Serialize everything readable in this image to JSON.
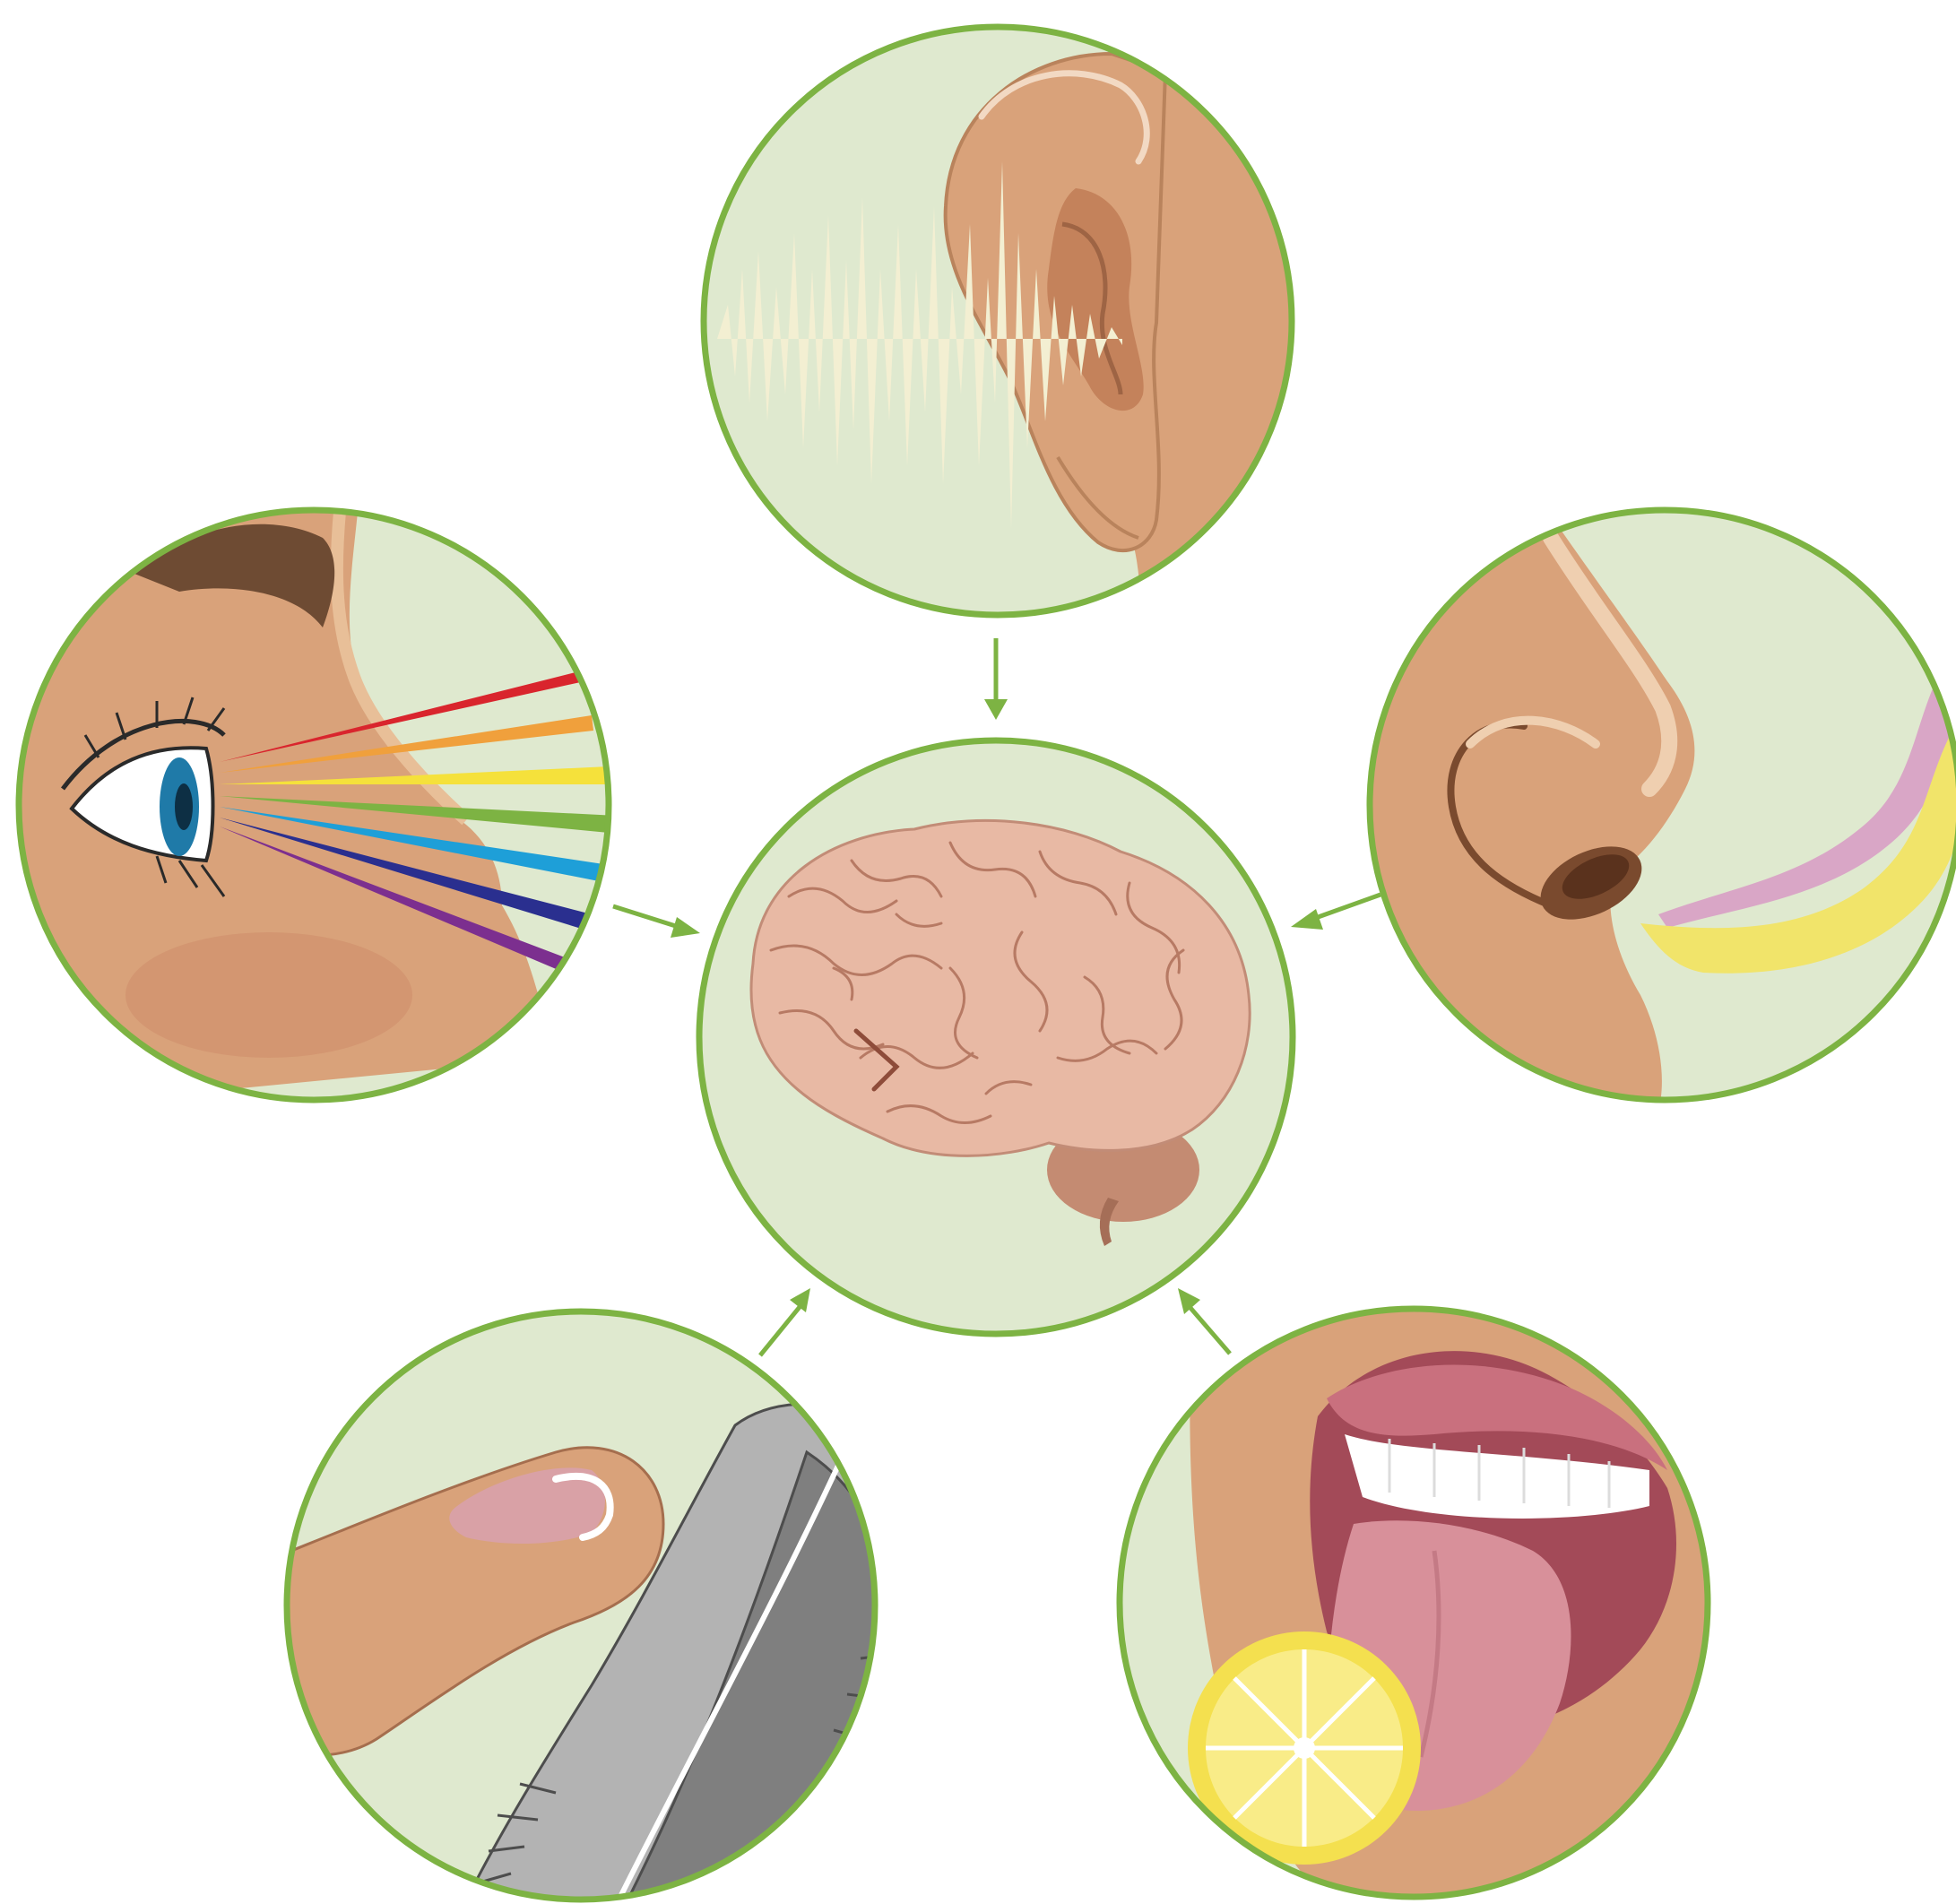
{
  "colors": {
    "ring": "#7db343",
    "circle_fill": "#dfe9cf",
    "skin": "#d9a27a",
    "skin_shadow": "#c4825b",
    "skin_light": "#e8bf98",
    "sound_wave": "#f3efd2",
    "brain": "#e8b9a4",
    "brain_fold": "#b77a64",
    "lemon": "#f4e04f",
    "feather_light": "#b3b3b3",
    "feather_dark": "#7f7f7f",
    "smell_pink": "#d9a6c6",
    "smell_yellow": "#f1e46a",
    "rainbow": [
      "#d9252d",
      "#f0a03c",
      "#f5e13b",
      "#7db343",
      "#1e9fd8",
      "#2a2f8f",
      "#7c2f8f"
    ]
  },
  "nodes": [
    {
      "id": "brain",
      "icon": "brain-icon"
    },
    {
      "id": "hearing",
      "icon": "ear-icon"
    },
    {
      "id": "sight",
      "icon": "eye-icon"
    },
    {
      "id": "smell",
      "icon": "nose-icon"
    },
    {
      "id": "touch",
      "icon": "finger-feather-icon"
    },
    {
      "id": "taste",
      "icon": "tongue-lemon-icon"
    }
  ],
  "edges": [
    {
      "from": "hearing",
      "to": "brain"
    },
    {
      "from": "sight",
      "to": "brain"
    },
    {
      "from": "smell",
      "to": "brain"
    },
    {
      "from": "touch",
      "to": "brain"
    },
    {
      "from": "taste",
      "to": "brain"
    }
  ]
}
